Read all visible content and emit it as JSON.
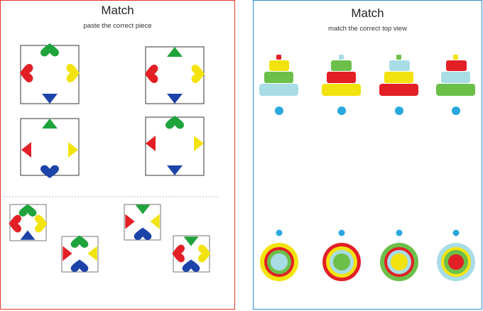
{
  "left": {
    "title": "Match",
    "subtitle": "paste the correct piece",
    "border_color": "#e0362c"
  },
  "right": {
    "title": "Match",
    "subtitle": "match the correct top view",
    "border_color": "#2a8fd6"
  },
  "colors": {
    "red": "#e31f26",
    "yellow": "#f2e30f",
    "green": "#1fa33b",
    "blue": "#1c43a8",
    "light_blue": "#a9dde5",
    "light_green": "#6cc04a",
    "dot": "#29a8e0"
  },
  "icons": [
    "heart-shape",
    "triangle-shape",
    "stacking-ring-toy",
    "concentric-circles",
    "match-dot"
  ]
}
